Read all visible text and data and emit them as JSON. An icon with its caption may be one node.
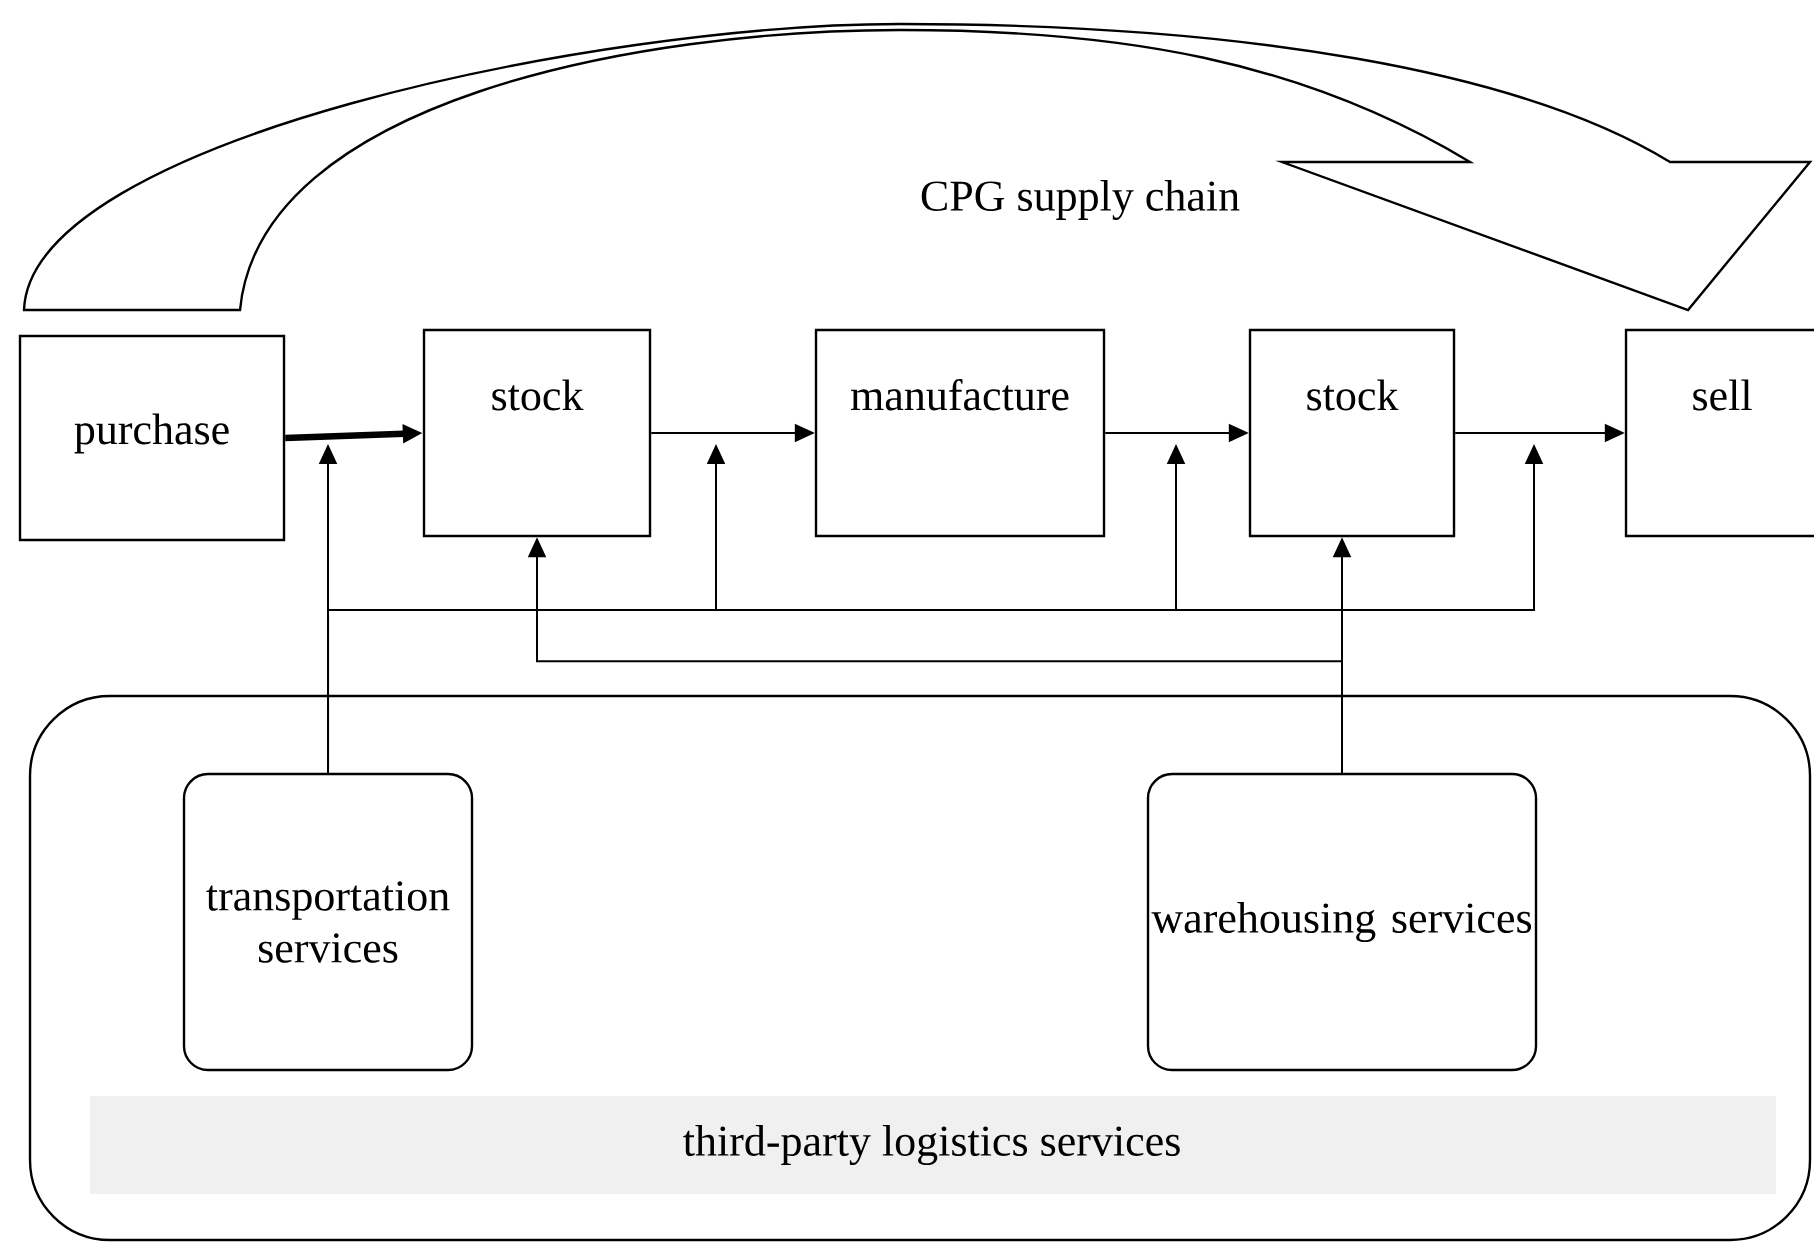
{
  "diagram": {
    "nodes": [
      {
        "text": [
          "CPG supply chain"
        ]
      },
      {
        "text": [
          "purchase"
        ]
      },
      {
        "text": [
          "stock"
        ]
      },
      {
        "text": [
          "manufacture"
        ]
      },
      {
        "text": [
          "stock"
        ]
      },
      {
        "text": [
          "sell"
        ]
      },
      {
        "text": [
          "third-party logistics services"
        ]
      },
      {
        "text": [
          "transportation services"
        ],
        "in": 6
      },
      {
        "text": [
          "warehousing services"
        ],
        "in": 6
      }
    ],
    "edges": [
      {
        "from": 1,
        "to": 2,
        "arrow": "to",
        "style": "thick"
      },
      {
        "from": 2,
        "to": 3,
        "arrow": "to"
      },
      {
        "from": 3,
        "to": 4,
        "arrow": "to"
      },
      {
        "from": 4,
        "to": 5,
        "arrow": "to"
      },
      {
        "from": 7,
        "to": null,
        "arrow": "to"
      },
      {
        "from": 7,
        "to": null,
        "arrow": "to"
      },
      {
        "from": 7,
        "to": null,
        "arrow": "to"
      },
      {
        "from": 7,
        "to": null,
        "arrow": "to"
      },
      {
        "from": 8,
        "to": 2,
        "arrow": "to"
      },
      {
        "from": 8,
        "to": 4,
        "arrow": "to"
      }
    ]
  }
}
